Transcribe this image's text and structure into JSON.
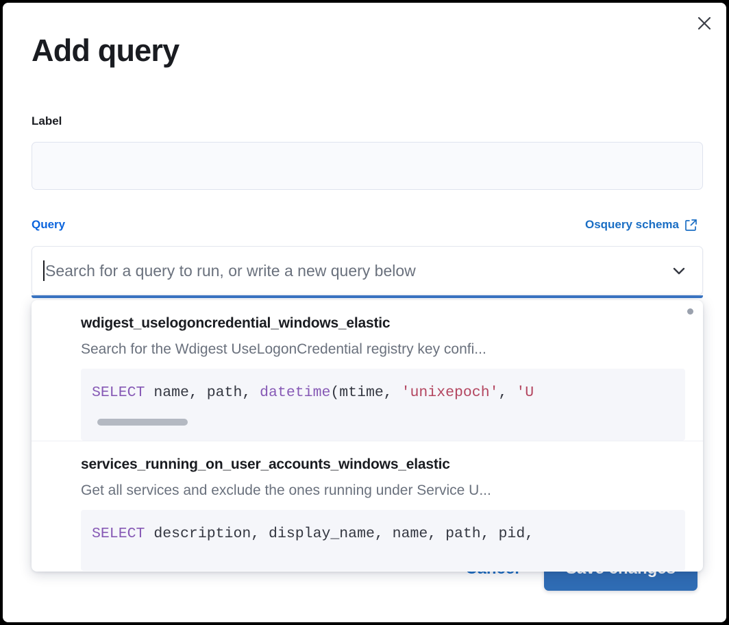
{
  "modal": {
    "title": "Add query",
    "close_icon": "close-icon"
  },
  "label_field": {
    "label": "Label",
    "value": "",
    "placeholder": ""
  },
  "query_section": {
    "label": "Query",
    "schema_link": "Osquery schema",
    "schema_link_icon": "external-link-icon",
    "combobox": {
      "value": "",
      "placeholder": "Search for a query to run, or write a new query below",
      "chevron_icon": "chevron-down-icon"
    }
  },
  "dropdown": {
    "options": [
      {
        "title": "wdigest_uselogoncredential_windows_elastic",
        "description": "Search for the Wdigest UseLogonCredential registry key confi...",
        "code": {
          "parts": [
            {
              "text": "SELECT ",
              "type": "keyword"
            },
            {
              "text": "name, path, ",
              "type": "plain"
            },
            {
              "text": "datetime",
              "type": "function"
            },
            {
              "text": "(mtime, ",
              "type": "plain"
            },
            {
              "text": "'unixepoch'",
              "type": "string"
            },
            {
              "text": ", ",
              "type": "plain"
            },
            {
              "text": "'U",
              "type": "string"
            }
          ]
        },
        "has_scrollbar": true
      },
      {
        "title": "services_running_on_user_accounts_windows_elastic",
        "description": "Get all services and exclude the ones running under Service U...",
        "code": {
          "parts": [
            {
              "text": "SELECT ",
              "type": "keyword"
            },
            {
              "text": "description, display_name, name, path, pid,",
              "type": "plain"
            }
          ]
        },
        "has_scrollbar": false
      }
    ],
    "scroll_indicator": "scroll-dot-indicator"
  },
  "footer": {
    "cancel_label": "Cancel",
    "save_label": "Save changes"
  },
  "colors": {
    "accent_blue": "#1a6ec4",
    "query_label_blue": "#0b64dd",
    "save_button_blue": "#2f6cb4",
    "focus_underline": "#3b76c4",
    "keyword_purple": "#8659b5",
    "string_red": "#b3455f",
    "text_dark": "#1a1c21",
    "text_muted": "#6a717d",
    "code_bg": "#f5f6fa",
    "input_bg": "#f9fafd"
  }
}
